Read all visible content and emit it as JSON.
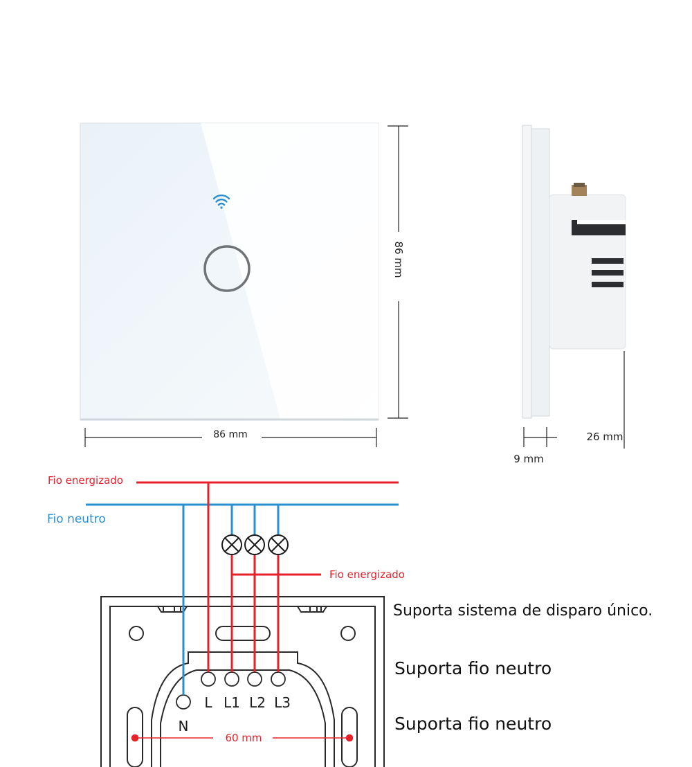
{
  "front_view": {
    "width_label": "86 mm",
    "height_label": "86 mm",
    "wifi_icon": "wifi-icon",
    "touch_button_icon": "touch-ring-icon"
  },
  "side_view": {
    "depth_front_label": "9 mm",
    "depth_back_label": "26 mm"
  },
  "wiring": {
    "live_wire_label": "Fio energizado",
    "neutral_wire_label": "Fio neutro",
    "load_live_label": "Fio energizado",
    "terminals": [
      "N",
      "L",
      "L1",
      "L2",
      "L3"
    ],
    "mount_spacing_label": "60 mm",
    "colors": {
      "live": "#e8202a",
      "neutral": "#2a8fd0"
    }
  },
  "features": [
    "Suporta sistema de disparo único.",
    "Suporta fio neutro",
    "Suporta fio neutro"
  ]
}
